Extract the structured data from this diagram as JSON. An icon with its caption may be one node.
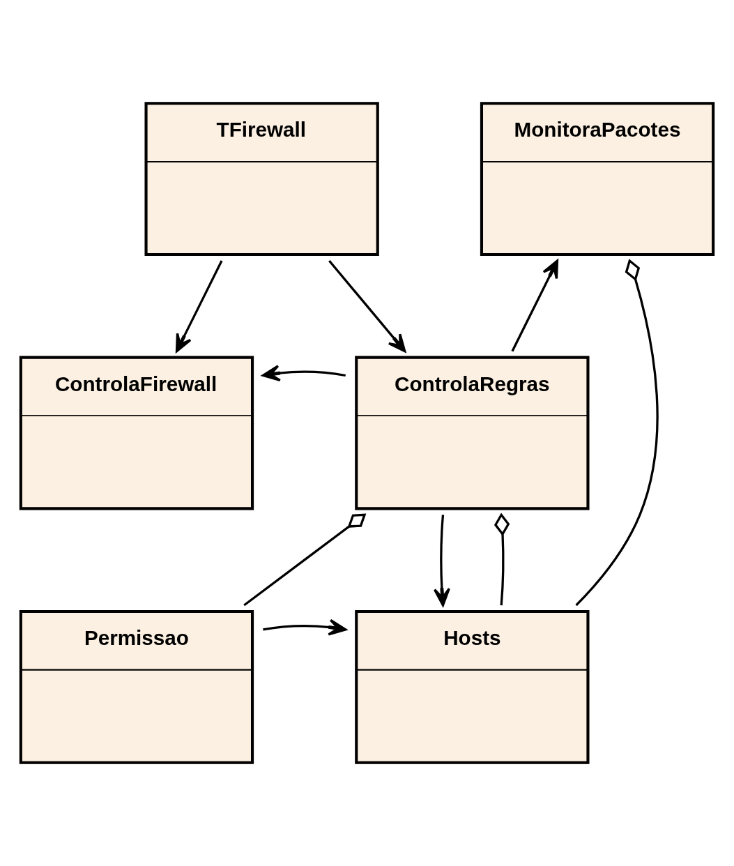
{
  "diagram": {
    "nodes": [
      {
        "text": [
          "TFirewall"
        ]
      },
      {
        "text": [
          "MonitoraPacotes"
        ]
      },
      {
        "text": [
          "ControlaFirewall"
        ]
      },
      {
        "text": [
          "ControlaRegras"
        ]
      },
      {
        "text": [
          "Permissao"
        ]
      },
      {
        "text": [
          "Hosts"
        ]
      }
    ],
    "edges": [
      {
        "from": 0,
        "to": 2,
        "arrow": "to"
      },
      {
        "from": 0,
        "to": 3,
        "arrow": "to"
      },
      {
        "from": 3,
        "to": 1,
        "arrow": "to"
      },
      {
        "from": 3,
        "to": 2,
        "arrow": "to"
      },
      {
        "from": 4,
        "to": 3,
        "arrow": "other"
      },
      {
        "from": 5,
        "to": 3,
        "arrow": "other"
      },
      {
        "from": 3,
        "to": 5,
        "arrow": "to"
      },
      {
        "from": 5,
        "to": 1,
        "arrow": "other"
      },
      {
        "from": 4,
        "to": 5,
        "arrow": "to"
      }
    ]
  }
}
